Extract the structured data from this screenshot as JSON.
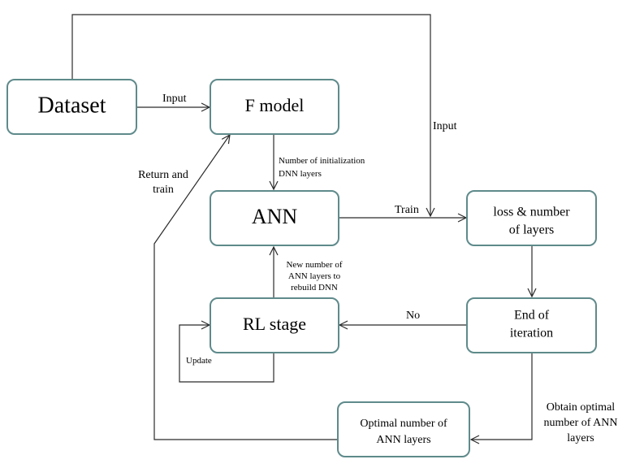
{
  "nodes": {
    "dataset": "Dataset",
    "f_model": "F model",
    "ann": "ANN",
    "loss_line1": "loss & number",
    "loss_line2": "of layers",
    "end_line1": "End of",
    "end_line2": "iteration",
    "rl_stage": "RL stage",
    "optimal_line1": "Optimal number of",
    "optimal_line2": "ANN layers"
  },
  "edge_labels": {
    "input_dataset_to_f": "Input",
    "input_dataset_to_loss": "Input",
    "init_layers_line1": "Number of initialization",
    "init_layers_line2": "DNN layers",
    "train": "Train",
    "no": "No",
    "new_layers_line1": "New number of",
    "new_layers_line2": "ANN layers to",
    "new_layers_line3": "rebuild DNN",
    "update": "Update",
    "return_line1": "Return and",
    "return_line2": "train",
    "obtain_line1": "Obtain optimal",
    "obtain_line2": "number of ANN",
    "obtain_line3": "layers"
  },
  "colors": {
    "node_border": "#5f8a8b",
    "edge": "#2b2b2b",
    "text": "#000000"
  }
}
